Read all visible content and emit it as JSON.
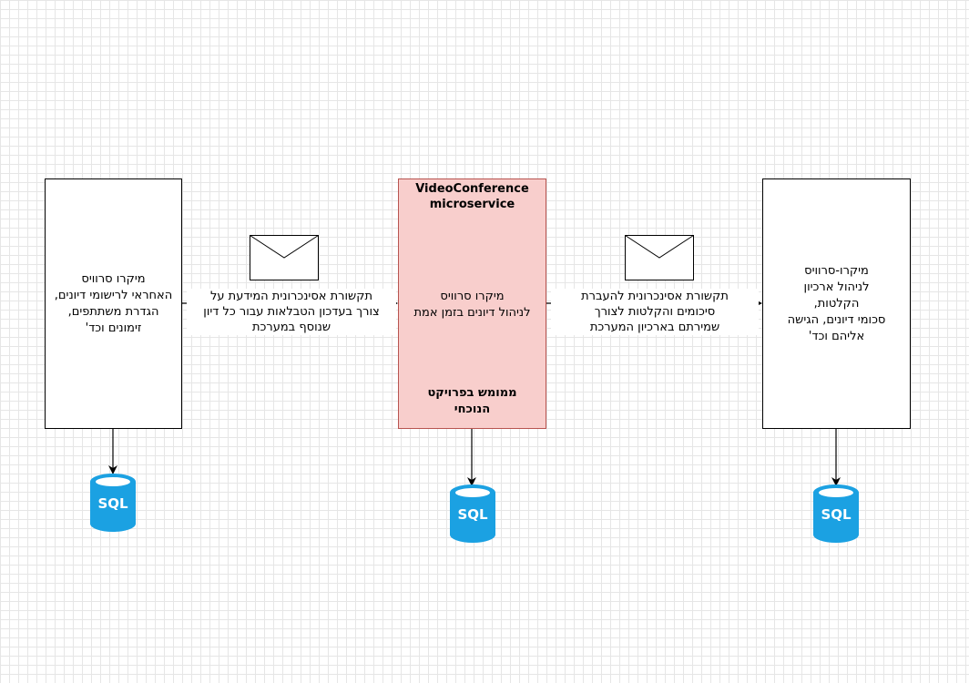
{
  "diagram": {
    "left_service": {
      "text": "מיקרו סרוויס\nהאחראי לרישומי דיונים,\nהגדרת משתתפים,\nזימונים וכד'"
    },
    "center_service": {
      "title": "VideoConference\nmicroservice",
      "description": "מיקרו סרוויס\nלניהול דיונים בזמן אמת",
      "note": "ממומש בפרויקט\nהנוכחי",
      "fill_color": "#f8cecc",
      "border_color": "#b85450"
    },
    "right_service": {
      "text": "מיקרו-סרוויס\nלניהול ארכיון\nהקלטות,\nסכומי דיונים, הגישה\nאליהם וכד'"
    },
    "edges": {
      "left_to_center": "תקשורת אסינכרונית המידעת על\nצורך בעדכון הטבלאות עבור כל דיון\nשנוסף במערכת",
      "center_to_right": "תקשורת אסינכרונית להעברת\nסיכומים והקלטות לצורך\nשמירתם בארכיון המערכת"
    },
    "databases": [
      {
        "label": "SQL",
        "icon": "database-icon",
        "color": "#1ba1e2"
      },
      {
        "label": "SQL",
        "icon": "database-icon",
        "color": "#1ba1e2"
      },
      {
        "label": "SQL",
        "icon": "database-icon",
        "color": "#1ba1e2"
      }
    ],
    "message_icons": [
      "envelope-icon",
      "envelope-icon"
    ]
  }
}
